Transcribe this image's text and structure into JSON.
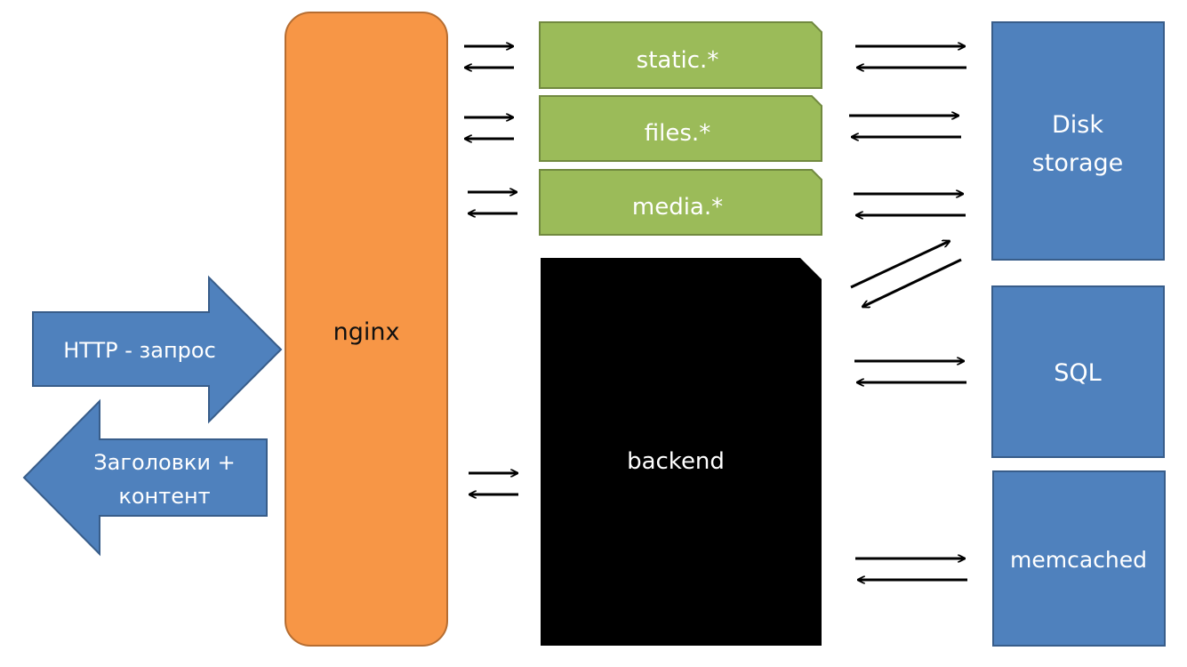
{
  "arrows": {
    "request": {
      "label": "HTTP - запрос",
      "color": "#4f81bd",
      "border": "#385d8a"
    },
    "response": {
      "line1": "Заголовки +",
      "line2": "контент",
      "color": "#4f81bd",
      "border": "#385d8a"
    }
  },
  "nginx": {
    "label": "nginx",
    "color": "#f79646",
    "border": "#b66d31"
  },
  "locations": [
    {
      "label": "static.*"
    },
    {
      "label": "files.*"
    },
    {
      "label": "media.*"
    }
  ],
  "location_style": {
    "color": "#9bbb59",
    "border": "#71893f"
  },
  "backend": {
    "label": "backend",
    "color": "#000000"
  },
  "storage": {
    "disk": {
      "line1": "Disk",
      "line2": "storage"
    },
    "sql": {
      "label": "SQL"
    },
    "memcached": {
      "label": "memcached"
    },
    "color": "#4f81bd",
    "border": "#385d8a"
  }
}
